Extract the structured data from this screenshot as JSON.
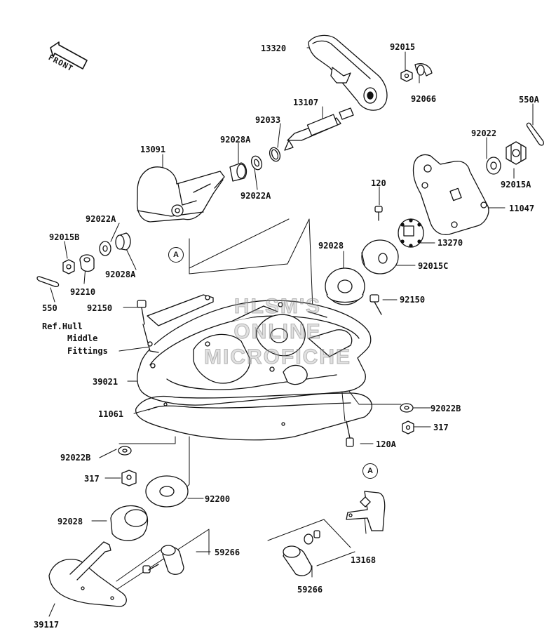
{
  "direction_label": "FRONT",
  "watermark": [
    "HLSM'S",
    "ONLINE",
    "MICROFICHE"
  ],
  "callouts": [
    "A",
    "A"
  ],
  "parts": {
    "p13320": "13320",
    "p92015": "92015",
    "p92066": "92066",
    "p13107": "13107",
    "p92033": "92033",
    "p92028A_top": "92028A",
    "p550A": "550A",
    "p13091": "13091",
    "p92022A_top": "92022A",
    "p92022": "92022",
    "p92015A": "92015A",
    "p120": "120",
    "p11047": "11047",
    "p92022A_left": "92022A",
    "p92015B": "92015B",
    "p92028": "92028",
    "p13270": "13270",
    "p92028A_left": "92028A",
    "p92210": "92210",
    "p92015C": "92015C",
    "p550": "550",
    "p92150_left": "92150",
    "p92150_right": "92150",
    "ref_hull_1": "Ref.Hull",
    "ref_hull_2": "Middle",
    "ref_hull_3": "Fittings",
    "p39021": "39021",
    "p11061": "11061",
    "p92022B_right": "92022B",
    "p317_right": "317",
    "p120A": "120A",
    "p92022B_left": "92022B",
    "p317_left": "317",
    "p92200": "92200",
    "p92028_lower": "92028",
    "p59266_left": "59266",
    "p13168": "13168",
    "p59266_right": "59266",
    "p39117": "39117"
  }
}
